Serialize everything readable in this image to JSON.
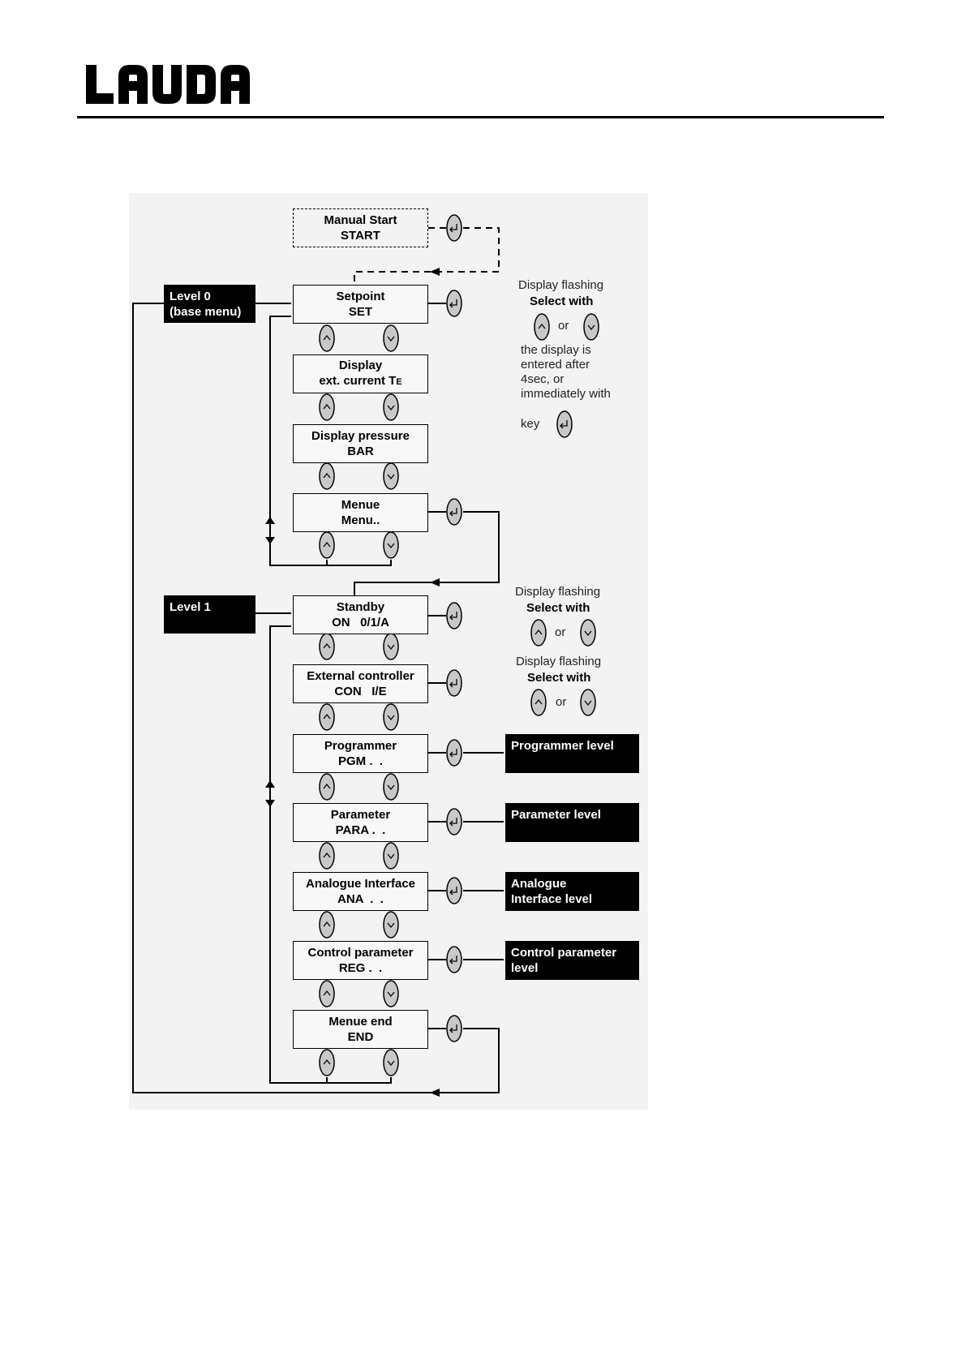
{
  "logo": {
    "text": "LAUDA"
  },
  "start": {
    "line1": "Manual Start",
    "line2": "START"
  },
  "level0_label": {
    "line1": "Level 0",
    "line2": "(base menu)"
  },
  "level1_label": {
    "line1": "Level 1"
  },
  "menu0": [
    {
      "line1": "Setpoint",
      "line2": "SET"
    },
    {
      "line1": "Display",
      "line2": "ext. current T",
      "line2_sub": "E"
    },
    {
      "line1": "Display pressure",
      "line2": "BAR"
    },
    {
      "line1": "Menue",
      "line2": "Menu.."
    }
  ],
  "menu1": [
    {
      "line1": "Standby",
      "line2": "ON   0/1/A"
    },
    {
      "line1": "External controller",
      "line2": "CON   I/E"
    },
    {
      "line1": "Programmer",
      "line2": "PGM .  ."
    },
    {
      "line1": "Parameter",
      "line2": "PARA .  ."
    },
    {
      "line1": "Analogue Interface",
      "line2": "ANA  .  ."
    },
    {
      "line1": "Control parameter",
      "line2": "REG .  ."
    },
    {
      "line1": "Menue end",
      "line2": "END"
    }
  ],
  "sublevels": [
    {
      "line1": "Programmer level",
      "line2": ""
    },
    {
      "line1": "Parameter level",
      "line2": ""
    },
    {
      "line1": "Analogue",
      "line2": "Interface level"
    },
    {
      "line1": "Control parameter",
      "line2": "level"
    }
  ],
  "note0": {
    "flashing": "Display flashing",
    "select": "Select with",
    "or": "or",
    "entered1": "the display is",
    "entered2": "entered after",
    "entered3": "4sec, or",
    "entered4": "immediately with",
    "key": "key"
  },
  "note1a": {
    "flashing": "Display flashing",
    "select": "Select with",
    "or": "or"
  },
  "note1b": {
    "flashing": "Display flashing",
    "select": "Select with",
    "or": "or"
  },
  "icons": {
    "up": "up-arrow-key-icon",
    "down": "down-arrow-key-icon",
    "enter": "enter-key-icon"
  }
}
